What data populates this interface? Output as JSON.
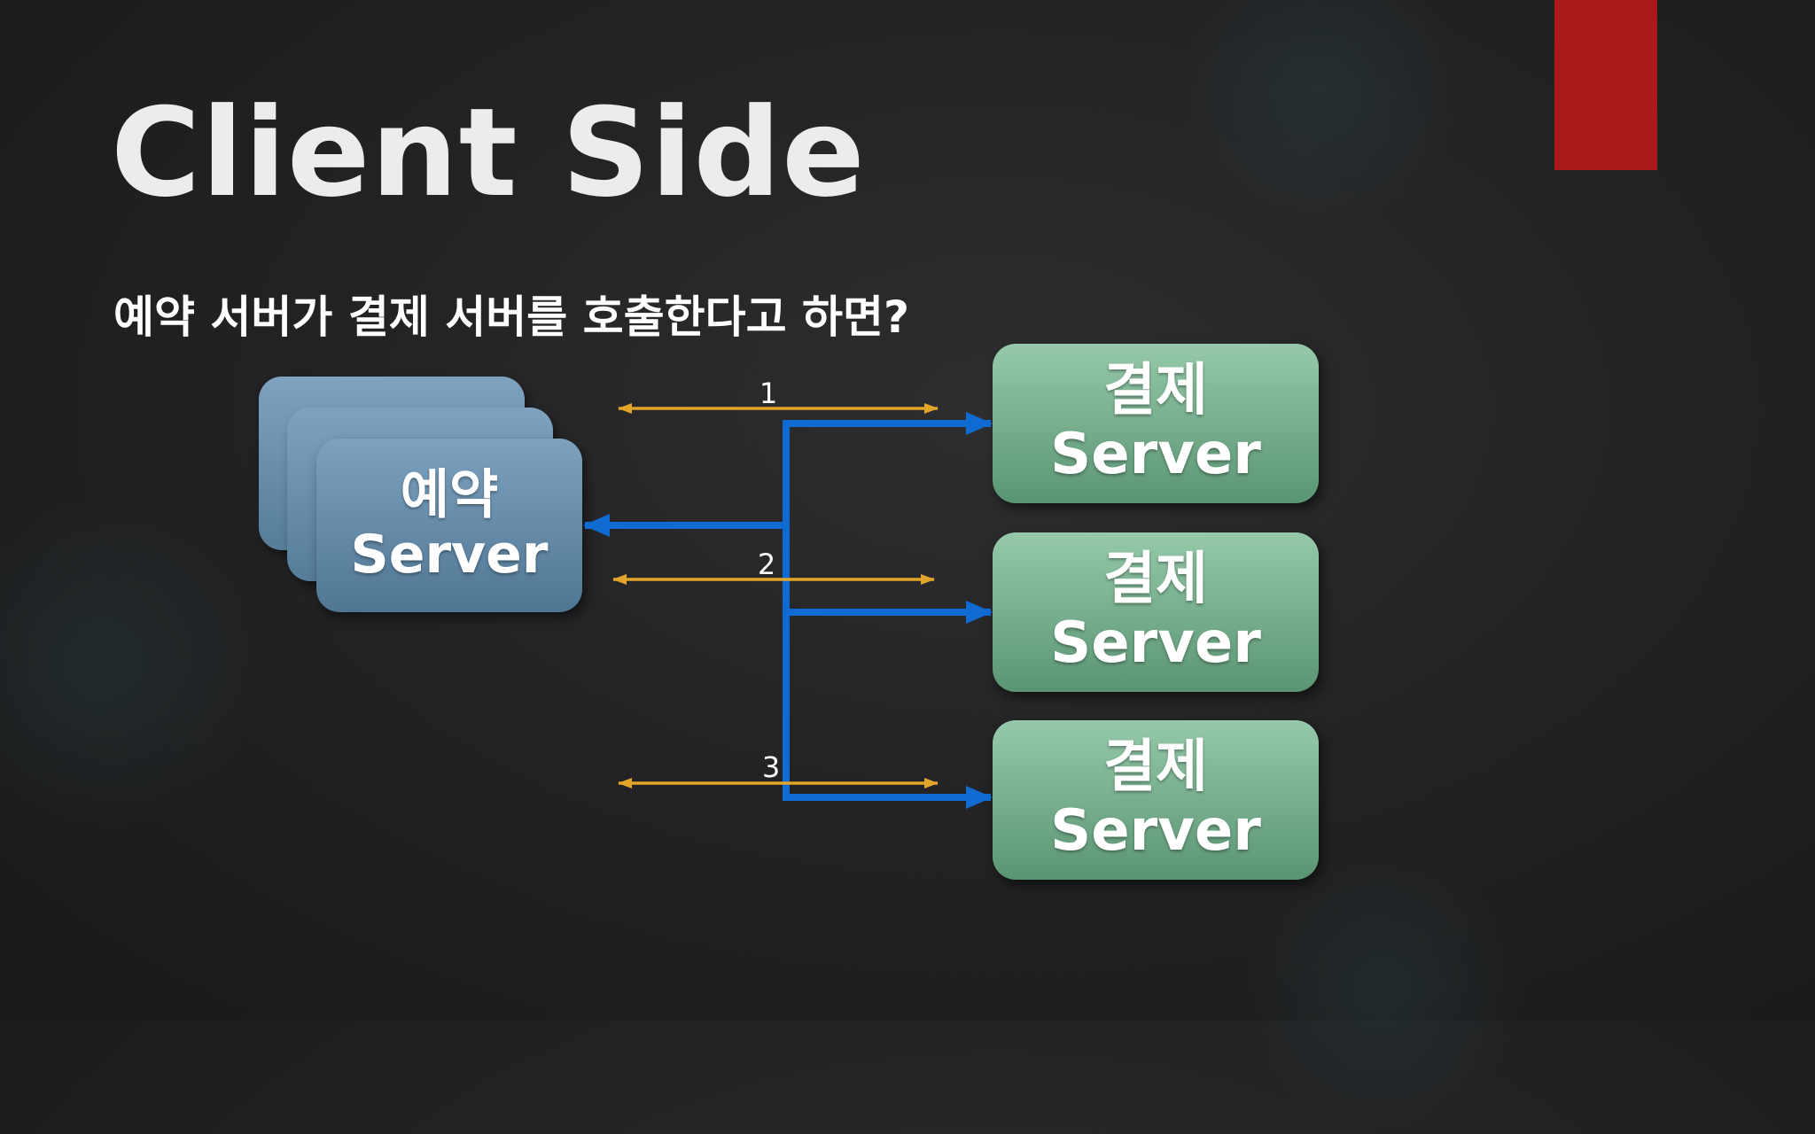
{
  "slide": {
    "title": "Client Side",
    "subtitle": "예약 서버가 결제 서버를 호출한다고 하면?"
  },
  "reservation_server": {
    "line1": "예약",
    "line2": "Server"
  },
  "payment_servers": [
    {
      "line1": "결제",
      "line2": "Server"
    },
    {
      "line1": "결제",
      "line2": "Server"
    },
    {
      "line1": "결제",
      "line2": "Server"
    }
  ],
  "request_labels": [
    "1",
    "2",
    "3"
  ],
  "colors": {
    "accent": "#a81a1a",
    "reservation_box": "#6a91ae",
    "payment_box": "#77ae8d",
    "flow_arrow": "#0f6bd2",
    "request_arrow": "#e2a52a"
  }
}
